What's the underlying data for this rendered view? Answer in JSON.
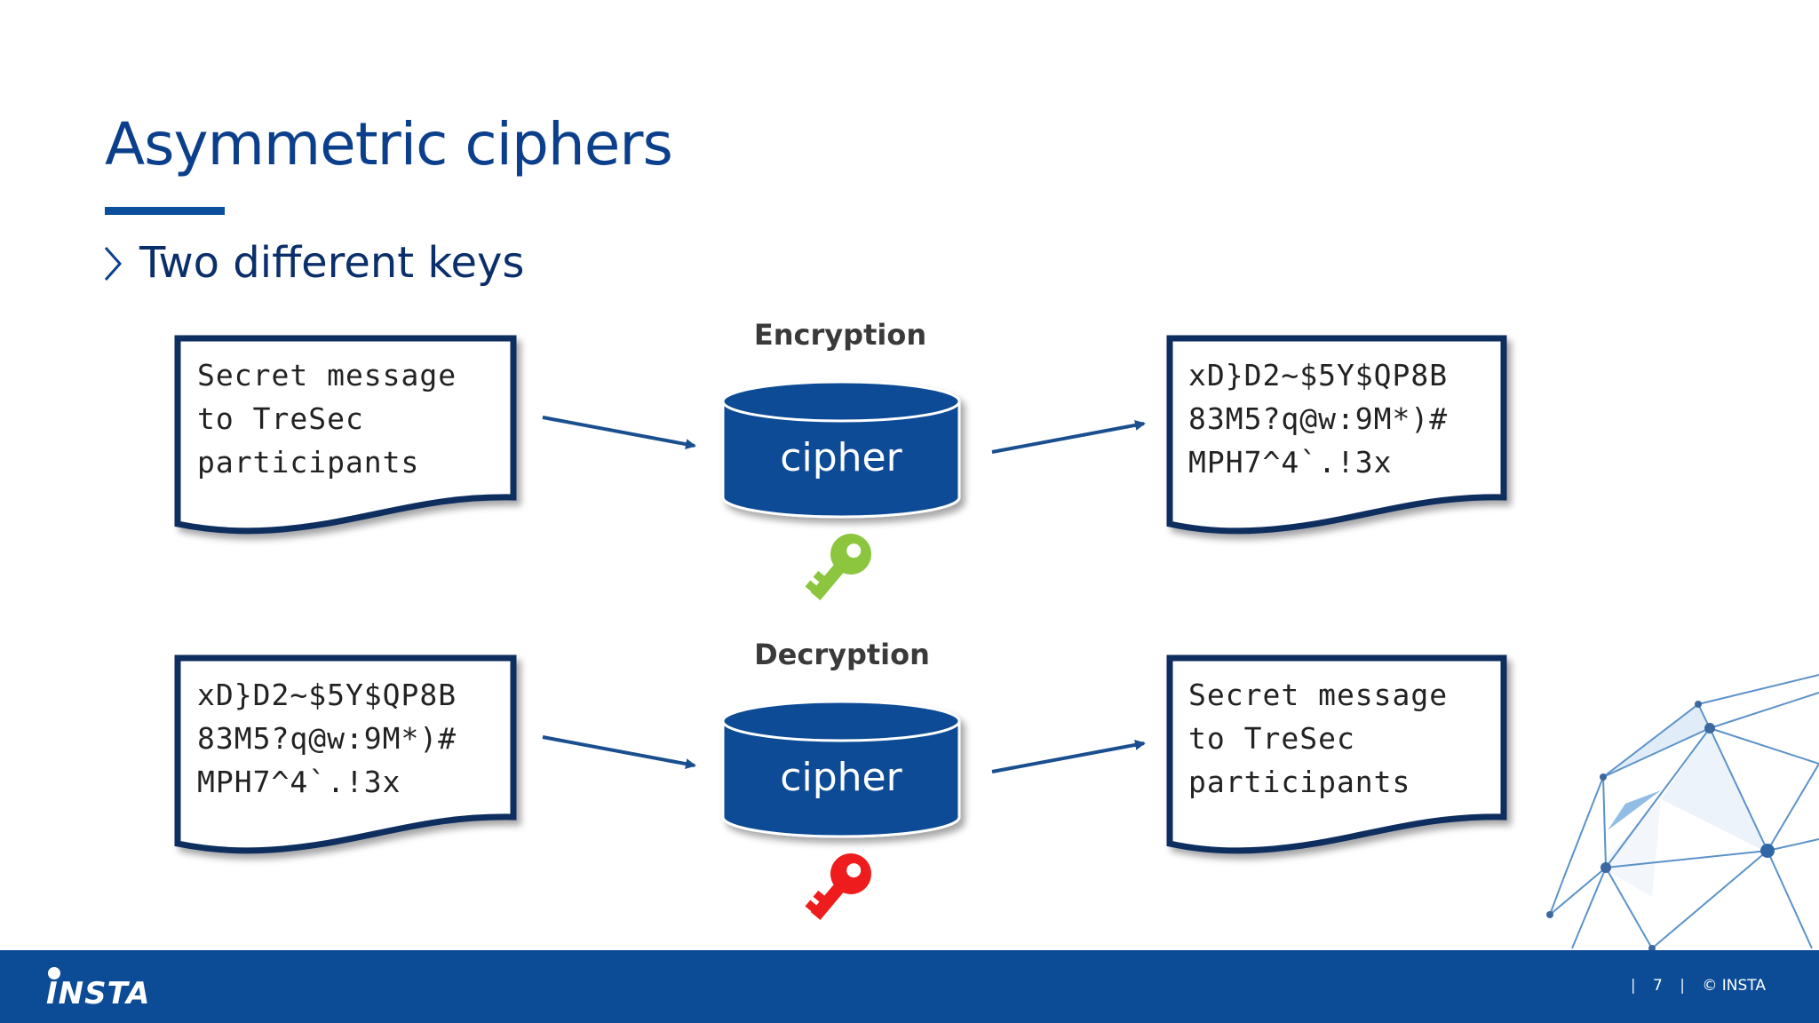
{
  "slide": {
    "title": "Asymmetric ciphers",
    "bullet": "Two different keys"
  },
  "diagram": {
    "rows": [
      {
        "stage": "Encryption",
        "input_text": [
          "Secret message",
          "to TreSec",
          "participants"
        ],
        "cipher_label": "cipher",
        "output_text": [
          "xD}D2~$5Y$QP8B",
          "83M5?q@w:9M*)#",
          "MPH7^4`.!3x"
        ],
        "key_icon": "green-key-icon",
        "key_color": "#8cc63f"
      },
      {
        "stage": "Decryption",
        "input_text": [
          "xD}D2~$5Y$QP8B",
          "83M5?q@w:9M*)#",
          "MPH7^4`.!3x"
        ],
        "cipher_label": "cipher",
        "output_text": [
          "Secret message",
          "to TreSec",
          "participants"
        ],
        "key_icon": "red-key-icon",
        "key_color": "#ee1c1c"
      }
    ]
  },
  "colors": {
    "title": "#0b3f8c",
    "cipher_fill": "#0c4c96",
    "document_border": "#0d2f5e",
    "arrow": "#1a4f8f",
    "footer": "#0c4c96"
  },
  "footer": {
    "logo_text": "INSTA",
    "page_number": "7",
    "copyright": "© INSTA",
    "separator": "|"
  },
  "decoration": {
    "icon": "geodesic-sphere-icon"
  }
}
